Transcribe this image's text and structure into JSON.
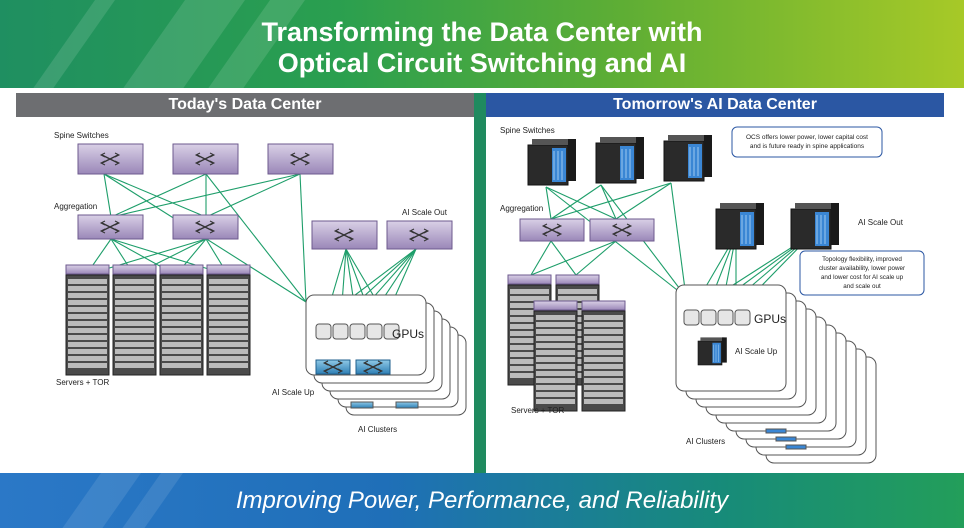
{
  "header": {
    "title_line1": "Transforming the Data Center with",
    "title_line2": "Optical Circuit Switching and AI"
  },
  "left": {
    "heading": "Today's Data Center",
    "spine_label": "Spine Switches",
    "aggregation_label": "Aggregation",
    "scale_out_label": "AI Scale Out",
    "servers_label": "Servers + TOR",
    "gpus_label": "GPUs",
    "scale_up_label": "AI Scale Up",
    "clusters_label": "AI Clusters"
  },
  "right": {
    "heading": "Tomorrow's AI Data Center",
    "spine_label": "Spine Switches",
    "aggregation_label": "Aggregation",
    "scale_out_label": "AI Scale Out",
    "servers_label": "Servers + TOR",
    "gpus_label": "GPUs",
    "scale_up_label": "AI Scale Up",
    "clusters_label": "AI Clusters",
    "callout1": [
      "OCS offers lower power, lower capital cost",
      "and is future ready in spine applications"
    ],
    "callout2": [
      "Topology flexibility, improved",
      "cluster availability, lower power",
      "and lower cost for AI scale up",
      "and scale out"
    ]
  },
  "footer": {
    "text": "Improving Power, Performance, and Reliability"
  },
  "colors": {
    "link_green": "#1e9e6a",
    "switch_purple": "#9b8ab8",
    "scaleup_blue": "#3a8fc4",
    "ocs_blue": "#3a86d4"
  }
}
